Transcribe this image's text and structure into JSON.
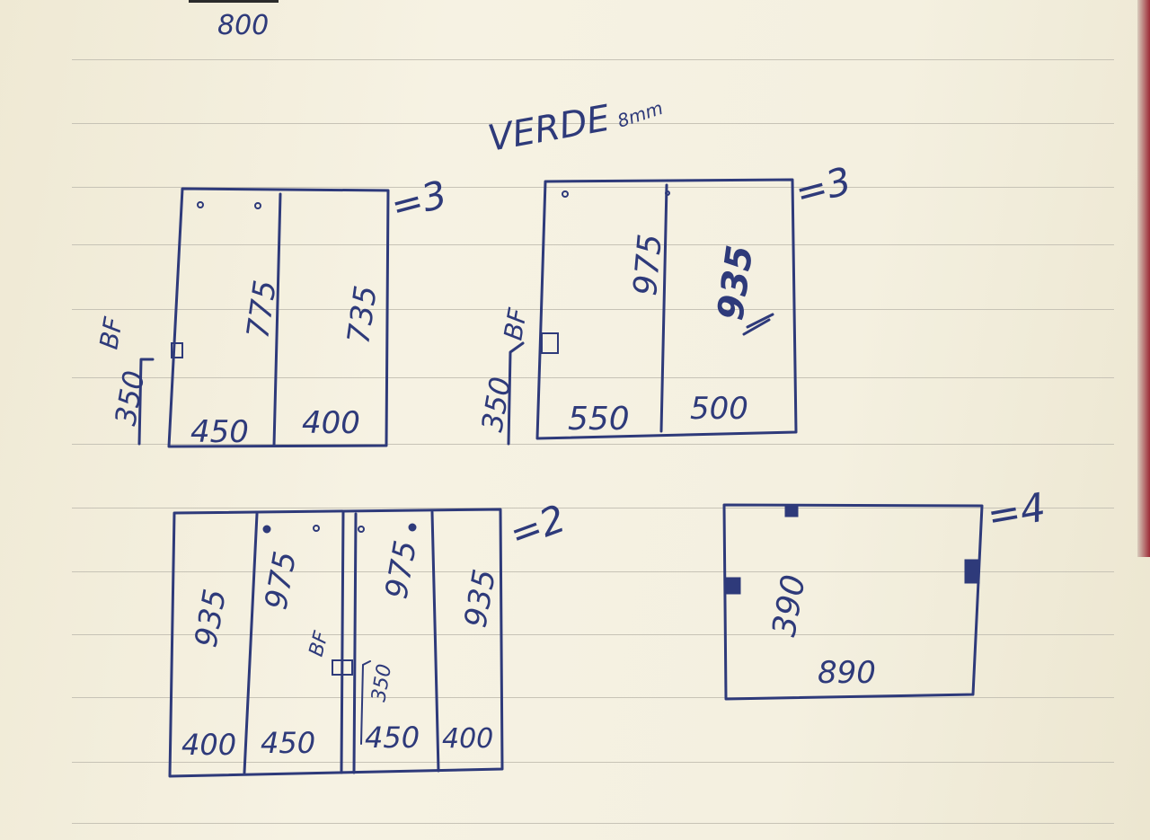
{
  "header": {
    "top_number": "800",
    "title": "VERDE",
    "title_sub": "8mm"
  },
  "cabinet_a": {
    "quantity": "=3",
    "side_label": "350",
    "bf_label": "BF",
    "left_height": "775",
    "right_height": "735",
    "left_width": "450",
    "right_width": "400"
  },
  "cabinet_b": {
    "quantity": "=3",
    "side_label": "350",
    "bf_label": "BF",
    "left_height": "975",
    "right_height": "935",
    "left_width": "550",
    "right_width": "500"
  },
  "cabinet_c": {
    "quantity": "=2",
    "bf_label": "BF",
    "inner_label": "350",
    "heights": [
      "935",
      "975",
      "975",
      "935"
    ],
    "widths": [
      "400",
      "450",
      "450",
      "400"
    ]
  },
  "panel_d": {
    "quantity": "=4",
    "height": "390",
    "width": "890"
  },
  "colors": {
    "ink": "#2e3a7a",
    "paper": "#f3efdf",
    "rule": "#c7c3b6"
  }
}
